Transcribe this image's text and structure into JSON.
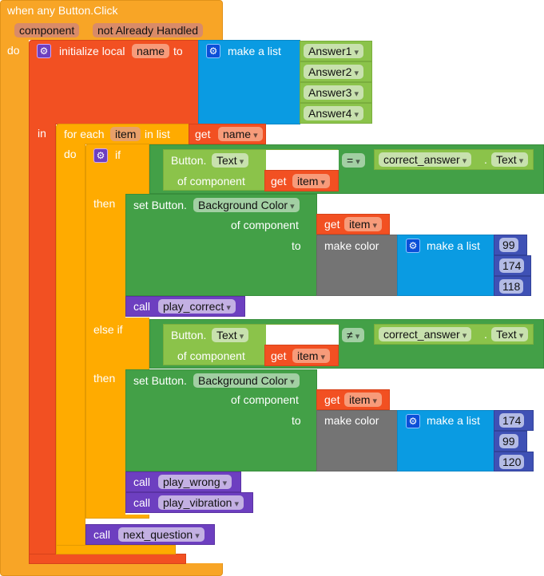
{
  "event": {
    "title": "when any Button.Click",
    "param1": "component",
    "param2": "not Already Handled",
    "do": "do"
  },
  "init_local": {
    "label": "initialize local",
    "var": "name",
    "to": "to",
    "in": "in"
  },
  "make_list": {
    "label": "make a list",
    "items": [
      "Answer1",
      "Answer2",
      "Answer3",
      "Answer4"
    ]
  },
  "for_each": {
    "label": "for each",
    "var": "item",
    "in_list": "in list",
    "do": "do",
    "get": "get",
    "get_var": "name"
  },
  "if_block": {
    "if": "if",
    "then": "then",
    "else_if": "else if"
  },
  "cond1": {
    "button": "Button.",
    "prop": "Text",
    "of_component": "of component",
    "get": "get",
    "var": "item",
    "op": "=",
    "component": "correct_answer",
    "dot": ".",
    "prop2": "Text"
  },
  "cond2": {
    "button": "Button.",
    "prop": "Text",
    "of_component": "of component",
    "get": "get",
    "var": "item",
    "op": "≠",
    "component": "correct_answer",
    "dot": ".",
    "prop2": "Text"
  },
  "set1": {
    "label": "set Button.",
    "prop": "Background Color",
    "of_component": "of component",
    "to": "to",
    "get": "get",
    "var": "item",
    "make_color": "make color",
    "make_list": "make a list",
    "values": [
      "99",
      "174",
      "118"
    ]
  },
  "set2": {
    "label": "set Button.",
    "prop": "Background Color",
    "of_component": "of component",
    "to": "to",
    "get": "get",
    "var": "item",
    "make_color": "make color",
    "make_list": "make a list",
    "values": [
      "174",
      "99",
      "120"
    ]
  },
  "calls": {
    "call": "call",
    "play_correct": "play_correct",
    "play_wrong": "play_wrong",
    "play_vibration": "play_vibration",
    "next_question": "next_question"
  }
}
